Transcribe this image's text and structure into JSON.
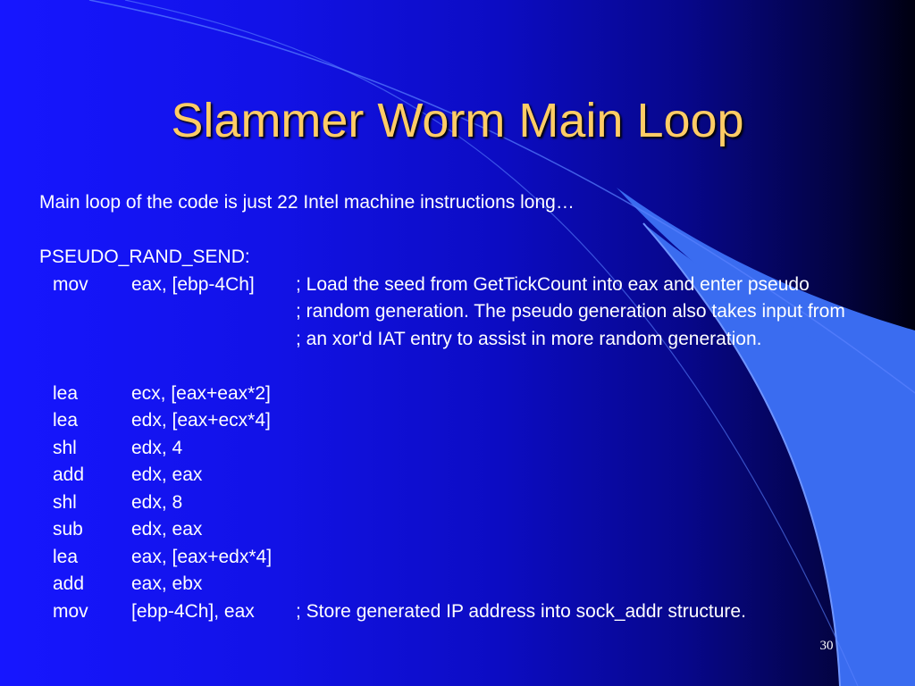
{
  "slide": {
    "title": "Slammer Worm Main Loop",
    "intro": "Main loop of the code is just 22 Intel machine instructions long…",
    "label": "PSEUDO_RAND_SEND:",
    "block1": [
      {
        "op": "mov",
        "args": "eax, [ebp-4Ch]",
        "comment": "; Load the seed from GetTickCount into eax and enter pseudo"
      },
      {
        "op": "",
        "args": "",
        "comment": "; random generation. The pseudo generation also takes input from"
      },
      {
        "op": "",
        "args": "",
        "comment": "; an xor'd IAT entry to assist in more random generation."
      }
    ],
    "block2": [
      {
        "op": "lea",
        "args": "ecx, [eax+eax*2]",
        "comment": ""
      },
      {
        "op": "lea",
        "args": "edx, [eax+ecx*4]",
        "comment": ""
      },
      {
        "op": "shl",
        "args": "edx, 4",
        "comment": ""
      },
      {
        "op": "add",
        "args": "edx, eax",
        "comment": ""
      },
      {
        "op": "shl",
        "args": "edx, 8",
        "comment": ""
      },
      {
        "op": "sub",
        "args": "edx, eax",
        "comment": ""
      },
      {
        "op": "lea",
        "args": "eax, [eax+edx*4]",
        "comment": ""
      },
      {
        "op": "add",
        "args": "eax, ebx",
        "comment": ""
      },
      {
        "op": "mov",
        "args": "[ebp-4Ch], eax",
        "comment": "; Store generated IP address into sock_addr structure."
      }
    ],
    "page_number": "30"
  },
  "colors": {
    "title": "#ffcc66",
    "text": "#ffffff",
    "bg_left": "#1616ff",
    "bg_right": "#000010",
    "swoosh": "#3a6cf0"
  }
}
